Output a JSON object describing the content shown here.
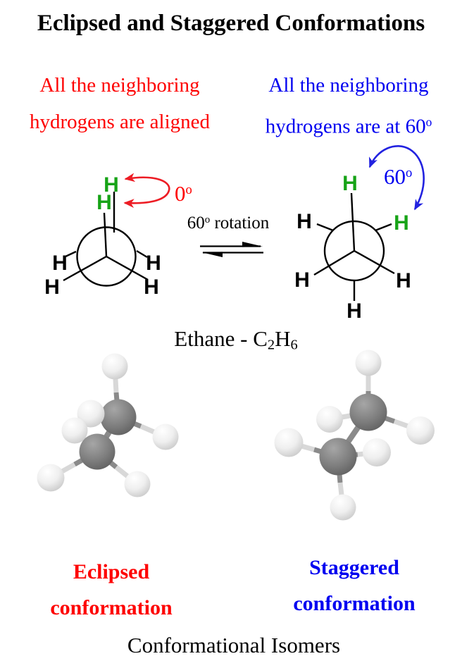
{
  "title": "Eclipsed and Staggered Conformations",
  "notes": {
    "left": {
      "line1": "All the neighboring",
      "line2": "hydrogens are aligned"
    },
    "right": {
      "line1": "All the neighboring",
      "line2_text": "hydrogens are at 60",
      "line2_sup": "o"
    }
  },
  "newman_left": {
    "angle_value": "0",
    "angle_sup": "o",
    "hydrogens": {
      "back_top": "H",
      "front_top": "H",
      "left": "H",
      "right": "H",
      "bottom_left": "H",
      "bottom_right": "H"
    }
  },
  "newman_right": {
    "angle_value": "60",
    "angle_sup": "o",
    "hydrogens": {
      "top": "H",
      "upper_right": "H",
      "upper_left": "H",
      "lower_left": "H",
      "lower_right": "H",
      "bottom": "H"
    }
  },
  "rotation_label": {
    "value": "60",
    "sup": "o",
    "suffix": " rotation"
  },
  "ethane_label": {
    "part1": "Ethane - C",
    "sub1": "2",
    "part2": "H",
    "sub2": "6"
  },
  "captions": {
    "eclipsed": {
      "line1": "Eclipsed",
      "line2": "conformation"
    },
    "staggered": {
      "line1": "Staggered",
      "line2": "conformation"
    }
  },
  "footer": "Conformational Isomers",
  "colors": {
    "text_black": "#000000",
    "red": "#fe0000",
    "blue": "#0000f0",
    "green": "#17a317",
    "arrow_red": "#ed1c24",
    "arrow_blue": "#2222e0",
    "carbon_gray": "#7c7c7c",
    "hydrogen_gray": "#ececec",
    "bond_light": "#d8d8d8",
    "bond_dark": "#8a8a8a"
  }
}
